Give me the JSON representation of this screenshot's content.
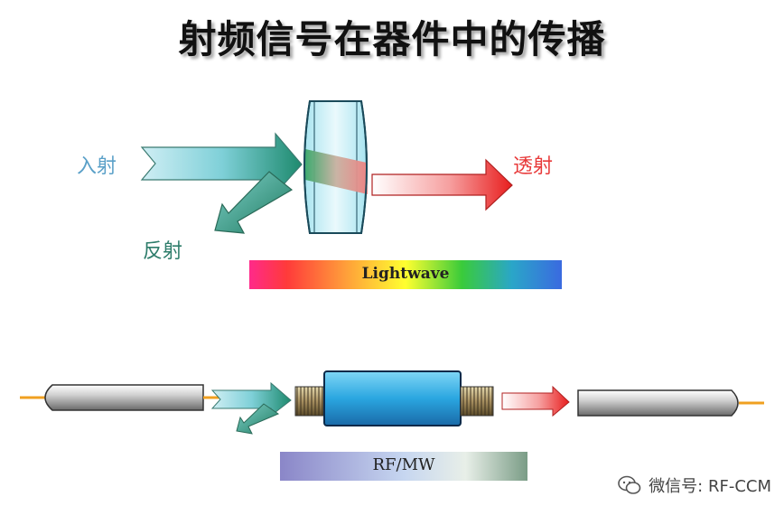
{
  "title": "射频信号在器件中的传播",
  "labels": {
    "incident": "入射",
    "reflected": "反射",
    "transmitted": "透射"
  },
  "bars": {
    "lightwave": "Lightwave",
    "rfmw": "RF/MW"
  },
  "watermark": {
    "icon": "wechat-icon",
    "text": "微信号: RF-CCM"
  }
}
